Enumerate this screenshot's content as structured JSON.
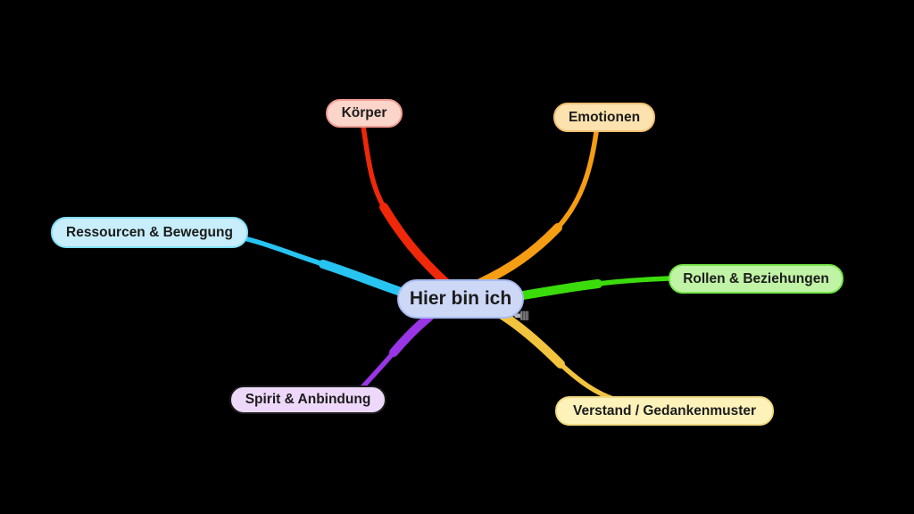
{
  "diagram": {
    "background_color": "#000000",
    "text_color": "#1c1c1c",
    "center": {
      "label": "Hier bin ich",
      "fill": "#cdd8f7",
      "border": "#a9baee"
    },
    "branches": [
      {
        "id": "koerper",
        "label": "Körper",
        "fill": "#fbd4ca",
        "border": "#f09d92",
        "line_color": "#ee2809"
      },
      {
        "id": "emotionen",
        "label": "Emotionen",
        "fill": "#fbe2af",
        "border": "#f2c071",
        "line_color": "#f59d13"
      },
      {
        "id": "rollen",
        "label": "Rollen & Beziehungen",
        "fill": "#c0f3a6",
        "border": "#77e74b",
        "line_color": "#3bdc0c"
      },
      {
        "id": "verstand",
        "label": "Verstand / Gedankenmuster",
        "fill": "#fcf2ba",
        "border": "#f1da81",
        "line_color": "#f2c33e"
      },
      {
        "id": "spirit",
        "label": "Spirit & Anbindung",
        "fill": "#eed8fa",
        "border": "#dbа9f2",
        "line_color": "#9a35e6"
      },
      {
        "id": "ressourcen",
        "label": "Ressourcen & Bewegung",
        "fill": "#c8eefc",
        "border": "#82def6",
        "line_color": "#27c4f2"
      }
    ],
    "pin_icon": {
      "head_color": "#7a7a7a",
      "ridge_color": "#4e4e4e",
      "tip_color": "#b5b5b5"
    }
  }
}
